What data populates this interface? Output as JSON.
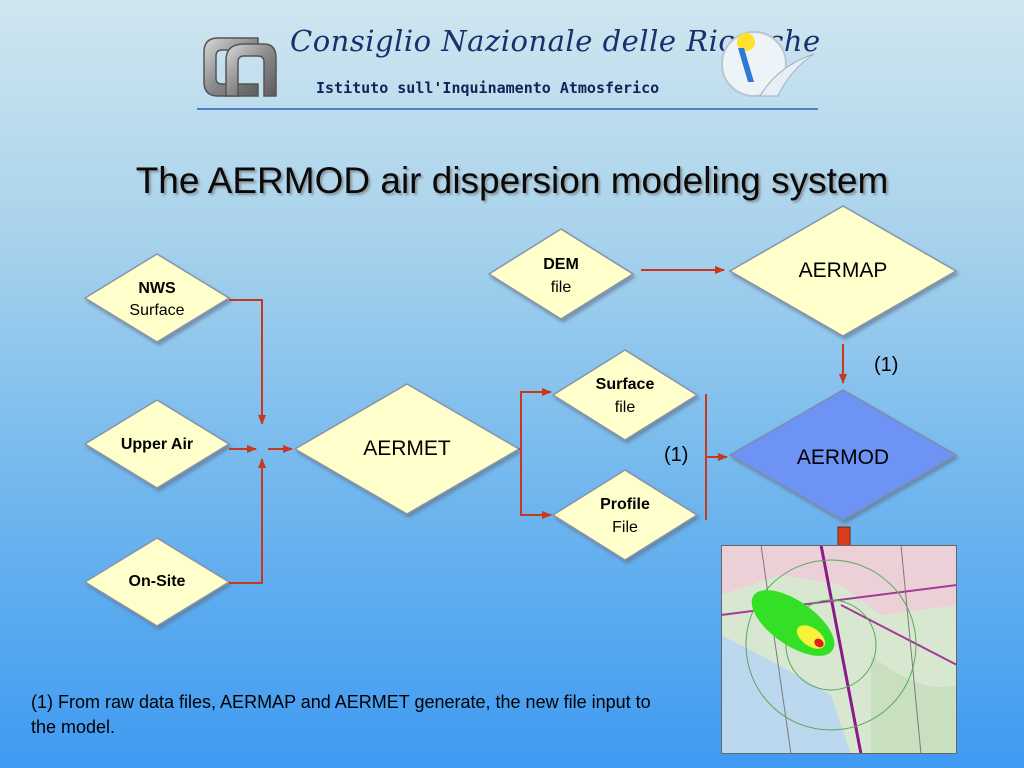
{
  "header": {
    "org_name": "Consiglio Nazionale delle Ricerche",
    "institute": "Istituto sull'Inquinamento Atmosferico",
    "logo_left": "CNR",
    "logo_right_icon": "iia-bird-sun-icon"
  },
  "title": "The AERMOD air dispersion modeling system",
  "nodes": {
    "nws": {
      "line1": "NWS",
      "line2": "Surface"
    },
    "upper_air": {
      "line1": "Upper Air"
    },
    "on_site": {
      "line1": "On-Site"
    },
    "aermet": {
      "line1": "AERMET"
    },
    "dem": {
      "line1": "DEM",
      "line2": "file"
    },
    "aermap": {
      "line1": "AERMAP"
    },
    "surface_file": {
      "line1": "Surface",
      "line2": "file"
    },
    "profile_file": {
      "line1": "Profile",
      "line2": "File"
    },
    "aermod": {
      "line1": "AERMOD"
    }
  },
  "tags": {
    "aermap_to_aermod": "(1)",
    "met_files_to_aermod": "(1)"
  },
  "footnote": "(1) From raw data files, AERMAP and AERMET generate, the new file input to the model.",
  "colors": {
    "diamond_fill": "#ffffcc",
    "aermod_fill": "#6d93f4",
    "arrow": "#c8381c",
    "output_arrow": "#d8401c"
  }
}
